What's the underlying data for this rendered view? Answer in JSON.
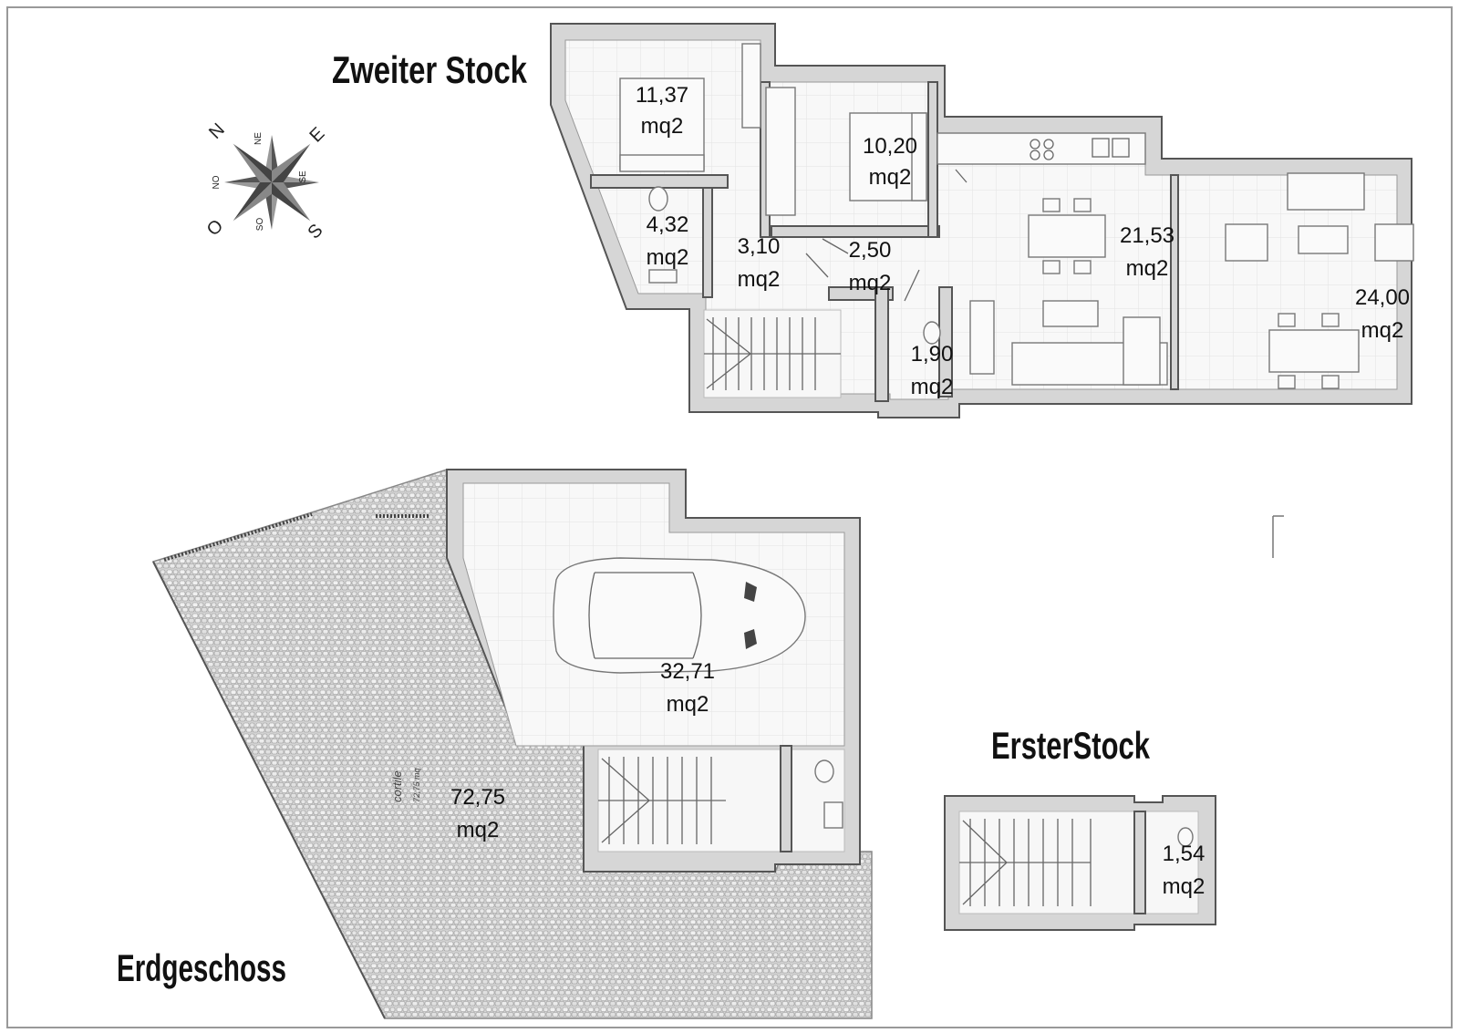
{
  "floors": {
    "second": "Zweiter Stock",
    "first": "ErsterStock",
    "ground": "Erdgeschoss"
  },
  "compass": {
    "N": "N",
    "E": "E",
    "S": "S",
    "O": "O",
    "NE": "NE",
    "SE": "SE",
    "SO": "SO",
    "NO": "NO"
  },
  "rooms": {
    "r1": {
      "num": "11,37",
      "unit": "mq2"
    },
    "r2": {
      "num": "10,20",
      "unit": "mq2"
    },
    "r3": {
      "num": "21,53",
      "unit": "mq2"
    },
    "r4": {
      "num": "4,32",
      "unit": "mq2"
    },
    "r5": {
      "num": "3,10",
      "unit": "mq2"
    },
    "r6": {
      "num": "2,50",
      "unit": "mq2"
    },
    "r7": {
      "num": "24,00",
      "unit": "mq2"
    },
    "r8": {
      "num": "1,90",
      "unit": "mq2"
    },
    "r9": {
      "num": "32,71",
      "unit": "mq2"
    },
    "r10": {
      "num": "72,75",
      "unit": "mq2"
    },
    "r11": {
      "num": "1,54",
      "unit": "mq2"
    }
  },
  "courtyard": {
    "label": "cortile",
    "sub": "72,75 mq"
  },
  "colors": {
    "wall": "#d6d6d6",
    "pavement": "#c9c9c9",
    "floor": "#f7f7f7"
  }
}
